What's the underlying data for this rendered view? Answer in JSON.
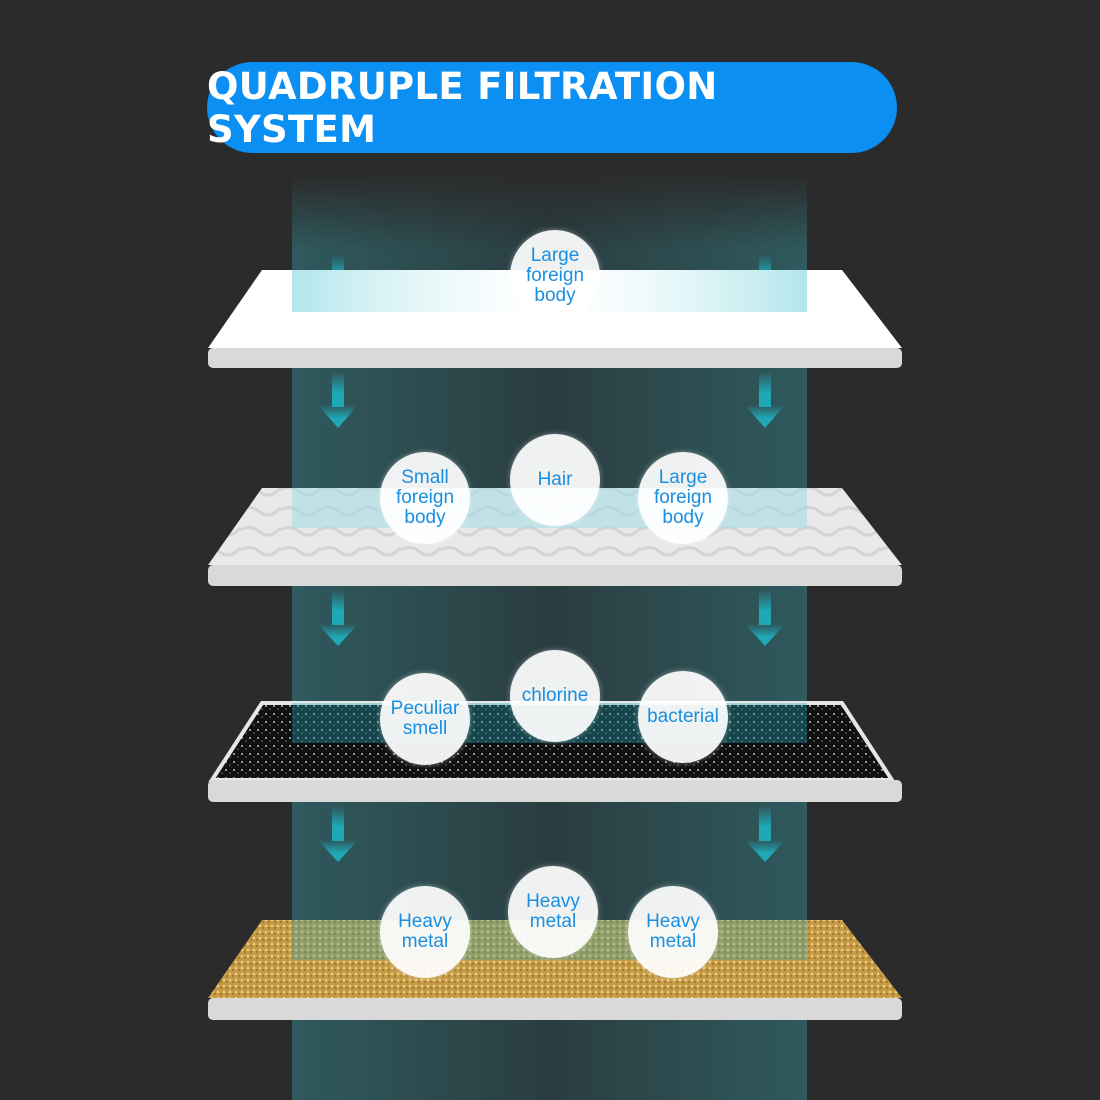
{
  "title": "QUADRUPLE FILTRATION SYSTEM",
  "colors": {
    "title_bg": "#0b8ff2",
    "arrow": "#1fa9b8",
    "label": "#1a8fe0",
    "background": "#2b2b2b"
  },
  "layers": [
    {
      "name": "cotton",
      "labels": [
        "Large\nforeign\nbody"
      ]
    },
    {
      "name": "marble-mesh",
      "labels": [
        "Small\nforeign\nbody",
        "Hair",
        "Large\nforeign\nbody"
      ]
    },
    {
      "name": "activated-carbon",
      "labels": [
        "Peculiar\nsmell",
        "chlorine",
        "bacterial"
      ]
    },
    {
      "name": "ion-exchange-resin",
      "labels": [
        "Heavy\nmetal",
        "Heavy\nmetal",
        "Heavy\nmetal"
      ]
    }
  ]
}
